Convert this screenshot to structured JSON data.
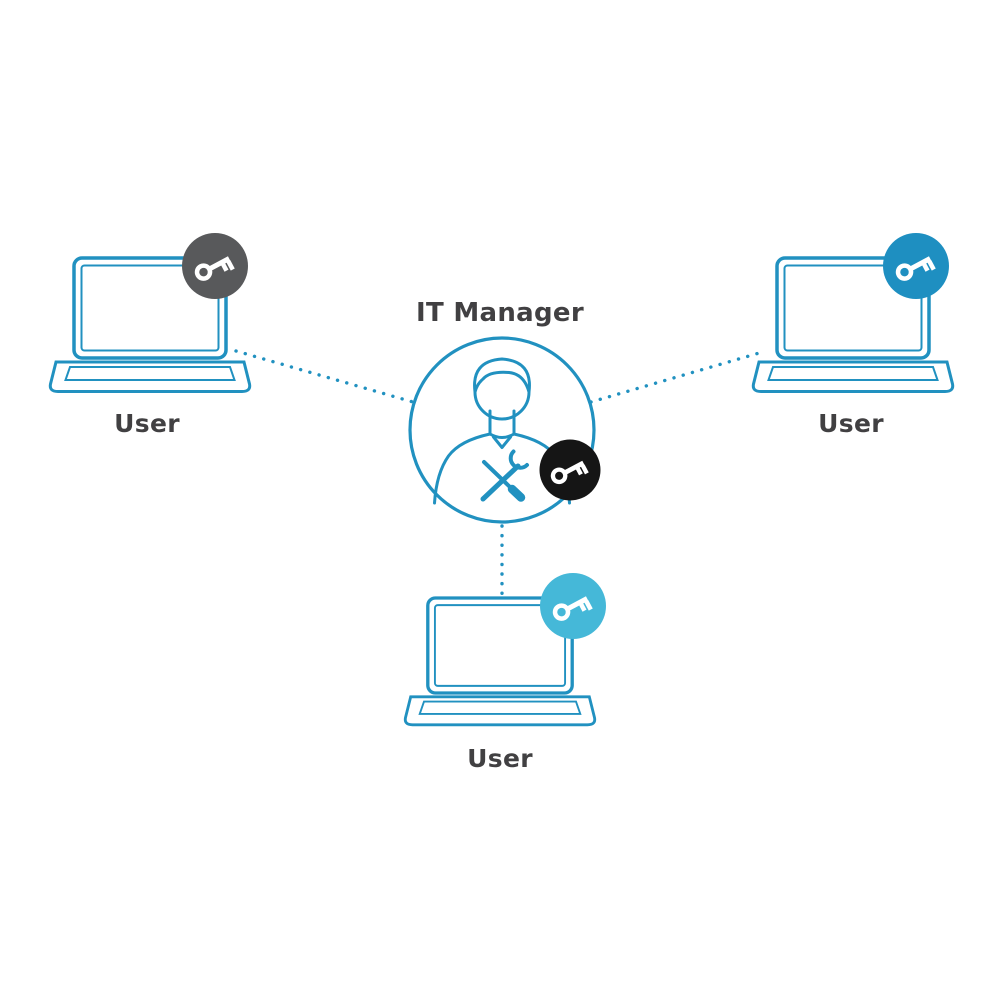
{
  "diagram": {
    "background": "#ffffff",
    "colors": {
      "outline": "#2191c0",
      "text": "#414042",
      "badge_key_glyph": "#ffffff"
    },
    "manager": {
      "label": "IT Manager",
      "key_color": "#151515",
      "icons": [
        "person-icon",
        "wrench-icon",
        "screwdriver-icon",
        "key-icon"
      ]
    },
    "users": [
      {
        "id": "user-left",
        "label": "User",
        "key_color": "#58595b"
      },
      {
        "id": "user-right",
        "label": "User",
        "key_color": "#1e8fc1"
      },
      {
        "id": "user-bottom",
        "label": "User",
        "key_color": "#45b8d8"
      }
    ],
    "connections": [
      {
        "from": "it-manager",
        "to": "user-left",
        "style": "dotted"
      },
      {
        "from": "it-manager",
        "to": "user-right",
        "style": "dotted"
      },
      {
        "from": "it-manager",
        "to": "user-bottom",
        "style": "dotted"
      }
    ]
  }
}
